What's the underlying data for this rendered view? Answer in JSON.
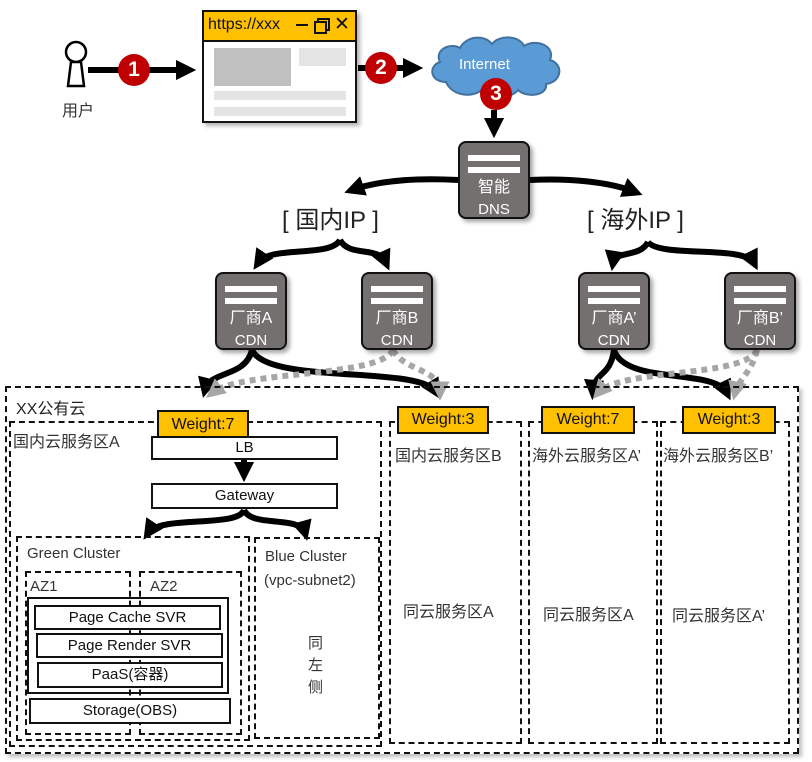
{
  "user": {
    "label": "用户"
  },
  "steps": [
    "1",
    "2",
    "3"
  ],
  "browser": {
    "url": "https://xxx",
    "min_icon": "minimize-icon",
    "restore_icon": "restore-icon",
    "close_icon": "close-icon"
  },
  "internet": {
    "label": "Internet"
  },
  "dns": {
    "line1": "智能",
    "line2": "DNS"
  },
  "ip_groups": {
    "domestic": "[  国内IP  ]",
    "overseas": "[  海外IP  ]"
  },
  "cdns": [
    {
      "line1": "厂商A",
      "line2": "CDN"
    },
    {
      "line1": "厂商B",
      "line2": "CDN"
    },
    {
      "line1": "厂商A’",
      "line2": "CDN"
    },
    {
      "line1": "厂商B’",
      "line2": "CDN"
    }
  ],
  "cloud": {
    "title": "XX公有云"
  },
  "zones": [
    {
      "title": "国内云服务区A",
      "weight": "Weight:7"
    },
    {
      "title": "国内云服务区B",
      "weight": "Weight:3",
      "note": "同云服务区A"
    },
    {
      "title": "海外云服务区A’",
      "weight": "Weight:7",
      "note": "同云服务区A"
    },
    {
      "title": "海外云服务区B’",
      "weight": "Weight:3",
      "note": "同云服务区A’"
    }
  ],
  "zone_a": {
    "lb": "LB",
    "gateway": "Gateway",
    "green_cluster": "Green Cluster",
    "az1": "AZ1",
    "az2": "AZ2",
    "page_cache": "Page Cache SVR",
    "page_render": "Page Render SVR",
    "paas": "PaaS(容器)",
    "storage": "Storage(OBS)",
    "blue_cluster": "Blue Cluster",
    "blue_subnet": "(vpc-subnet2)",
    "same_as_left": [
      "同",
      "左",
      "侧"
    ]
  },
  "colors": {
    "weight_bg": "#FFC000",
    "badge": "#C00000",
    "server": "#757070",
    "cloud": "#5B9BD5",
    "browser_bar": "#FFC000",
    "dashed_arrow": "#A6A6A6"
  }
}
